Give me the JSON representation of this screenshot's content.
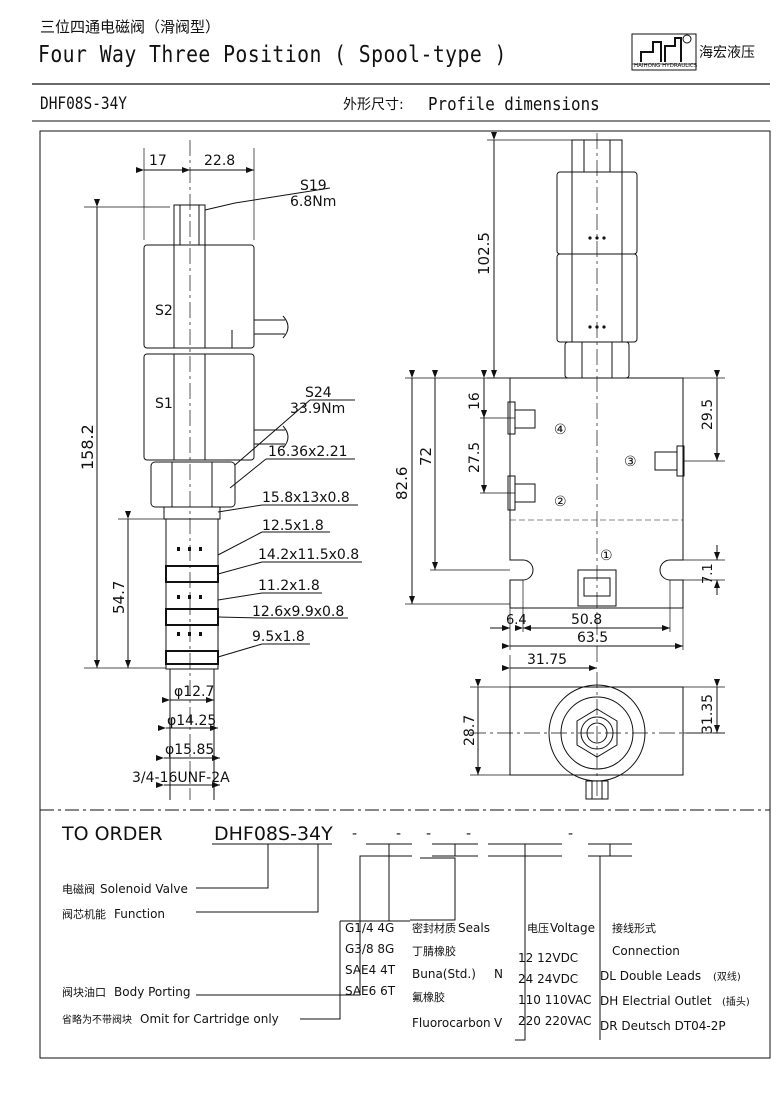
{
  "header": {
    "title_cn": "三位四通电磁阀（滑阀型）",
    "title_en": "Four Way Three Position ( Spool-type )",
    "model": "DHF08S-34Y",
    "profile_cn": "外形尺寸:",
    "profile_en": "Profile dimensions"
  },
  "logo": {
    "brand_en": "HAIHONG HYDRAULICS",
    "brand_cn": "海宏液压"
  },
  "side_view": {
    "dim_17": "17",
    "dim_22_8": "22.8",
    "s19": "S19",
    "s19_torque": "6.8Nm",
    "s2": "S2",
    "s1": "S1",
    "dim_158_2": "158.2",
    "s24": "S24",
    "s24_torque": "33.9Nm",
    "d_16_36": "16.36x2.21",
    "d_15_8": "15.8x13x0.8",
    "d_12_5": "12.5x1.8",
    "d_14_2": "14.2x11.5x0.8",
    "d_11_2": "11.2x1.8",
    "d_12_6": "12.6x9.9x0.8",
    "d_9_5": "9.5x1.8",
    "dim_54_7": "54.7",
    "phi_12_7": "φ12.7",
    "phi_14_25": "φ14.25",
    "phi_15_85": "φ15.85",
    "thread": "3/4-16UNF-2A"
  },
  "front_view": {
    "dim_102_5": "102.5",
    "dim_16": "16",
    "dim_72": "72",
    "dim_82_6": "82.6",
    "dim_27_5": "27.5",
    "dim_29_5": "29.5",
    "dim_7_1": "7.1",
    "dim_6_4": "6.4",
    "dim_50_8": "50.8",
    "dim_63_5": "63.5",
    "port_4": "④",
    "port_3": "③",
    "port_2": "②",
    "port_1": "①"
  },
  "bottom_view": {
    "dim_31_75": "31.75",
    "dim_28_7": "28.7",
    "dim_31_35": "31.35"
  },
  "order": {
    "title": "TO ORDER",
    "code": "DHF08S-34Y",
    "valve_cn": "电磁阀",
    "valve_en": "Solenoid Valve",
    "function_cn": "阀芯机能",
    "function_en": "Function",
    "porting_cn": "阀块油口",
    "porting_en": "Body Porting",
    "omit_cn": "省略为不带阀块",
    "omit_en": "Omit for Cartridge only",
    "ports": [
      "G1/4  4G",
      "G3/8  8G",
      "SAE4  4T",
      "SAE6  6T"
    ],
    "seals_cn": "密封材质",
    "seals_en": "Seals",
    "buna_cn": "丁腈橡胶",
    "buna_en": "Buna(Std.)",
    "buna_code": "N",
    "fluoro_cn": "氟橡胶",
    "fluoro_en": "Fluorocarbon",
    "fluoro_code": "V",
    "voltage_cn": "电压",
    "voltage_en": "Voltage",
    "voltages": [
      "12   12VDC",
      "24   24VDC",
      "110  110VAC",
      "220  220VAC"
    ],
    "conn_cn": "接线形式",
    "conn_en": "Connection",
    "conn_dl": "DL  Double Leads",
    "conn_dl_cn": "(双线)",
    "conn_dh": "DH  Electrial Outlet",
    "conn_dh_cn": "(插头)",
    "conn_dr": "DR  Deutsch DT04-2P"
  }
}
